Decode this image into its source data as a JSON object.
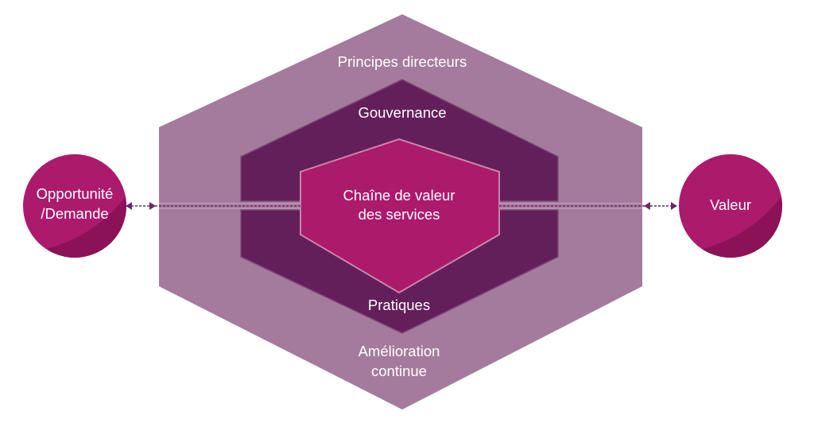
{
  "labels": {
    "outer_top": "Principes directeurs",
    "outer_bottom_line1": "Amélioration",
    "outer_bottom_line2": "continue",
    "middle_top": "Gouvernance",
    "middle_bottom": "Pratiques",
    "inner_line1": "Chaîne de valeur",
    "inner_line2": "des services",
    "left_circle_line1": "Opportunité",
    "left_circle_line2": "/Demande",
    "right_circle": "Valeur"
  },
  "colors": {
    "outer_hexagon": "#a47b9c",
    "middle_hexagon": "#631f5a",
    "middle_hexagon_border": "#7e4a78",
    "inner_hexagon": "#ac1a6c",
    "inner_hexagon_border": "#c985ab",
    "circle_light": "#ac1a6c",
    "circle_dark": "#8c1258",
    "connector": "#6b2a63",
    "text": "#ffffff"
  }
}
